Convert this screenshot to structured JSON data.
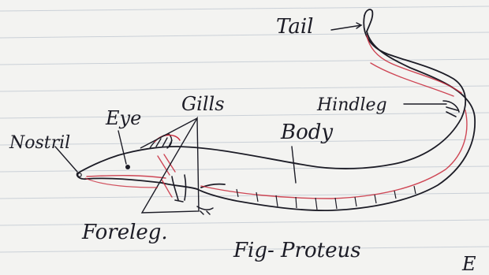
{
  "diagram": {
    "labels": {
      "tail": "Tail",
      "hindleg": "Hindleg",
      "gills": "Gills",
      "eye": "Eye",
      "nostril": "Nostril",
      "body": "Body",
      "foreleg": "Foreleg.",
      "caption": "Fig- Proteus",
      "corner": "E"
    }
  },
  "colors": {
    "paper": "#f3f3f1",
    "rule_line": "#a9b4c3",
    "ink": "#1c1c26",
    "red_ink": "#c8283a"
  }
}
